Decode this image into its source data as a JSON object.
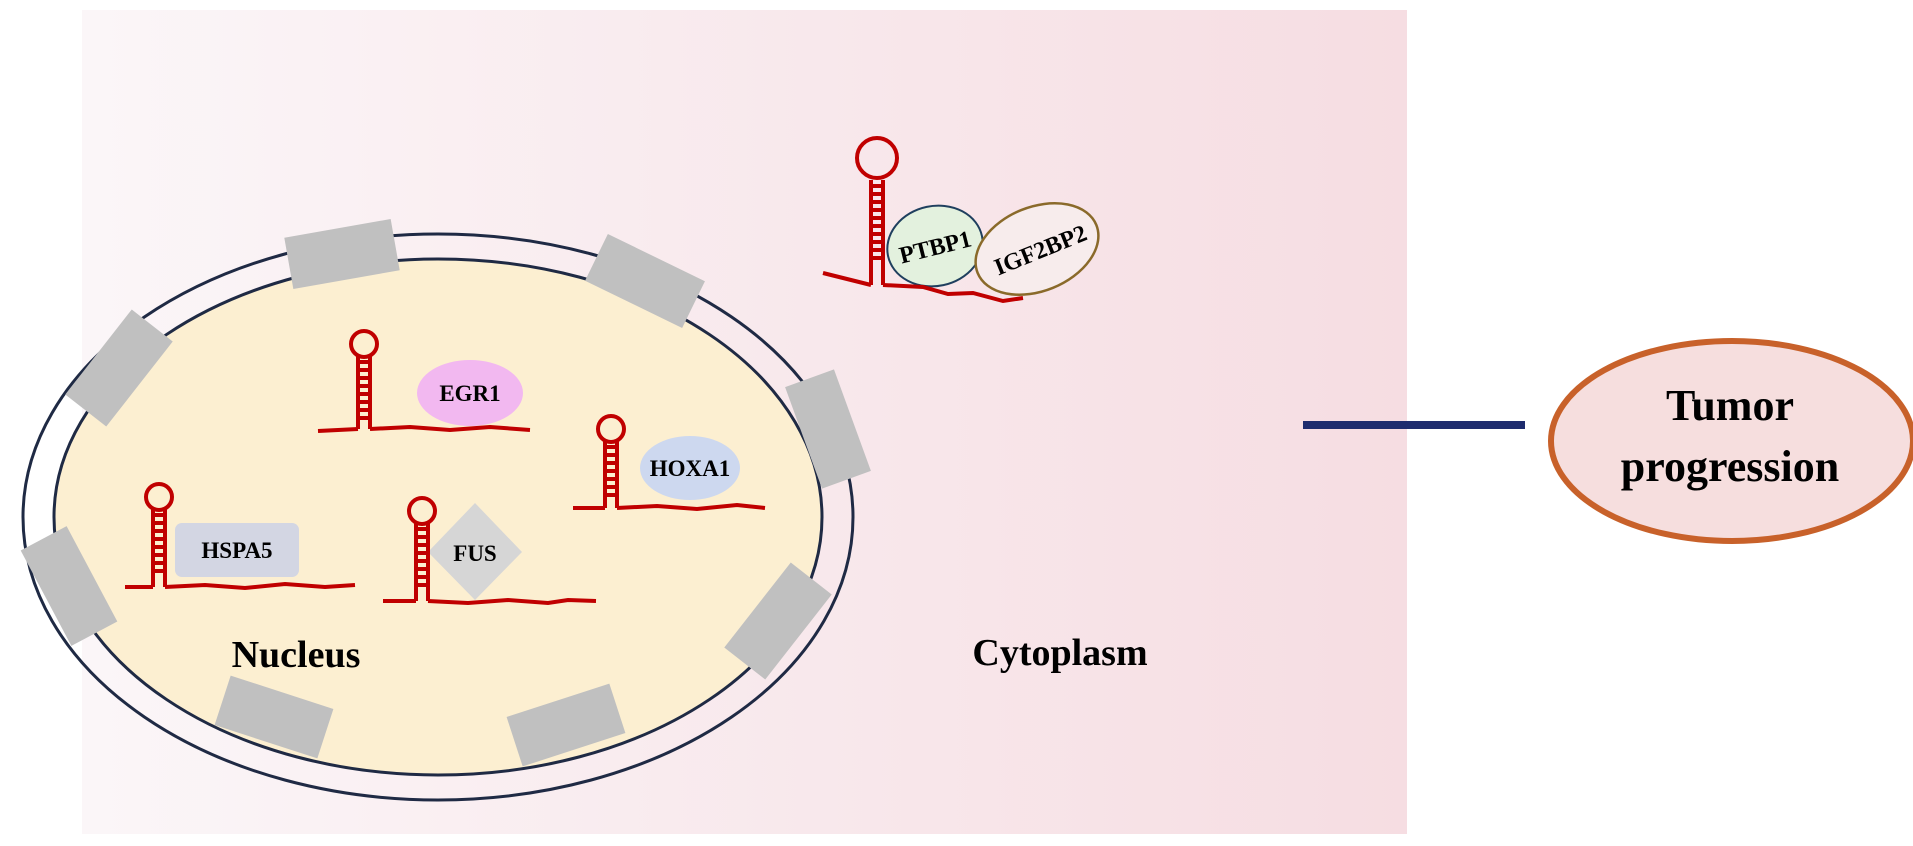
{
  "colors": {
    "cytoplasm_light": "#fbf3f6",
    "cytoplasm_dark": "#f6dde2",
    "nucleus_fill": "#fcefd1",
    "membrane": "#1f2a44",
    "pore": "#c0c0c0",
    "rna": "#c00000",
    "egr1": "#f2b8f0",
    "hoxa1": "#cdd8ef",
    "hspa5": "#d3d6e3",
    "fus": "#d6d6d6",
    "ptbp1": "#e3f1de",
    "igf2bp2": "#f7ecec",
    "arrow": "#1e2c6e",
    "tumor_fill": "#f6dede",
    "tumor_border": "#c8612a"
  },
  "regions": {
    "nucleus": "Nucleus",
    "cytoplasm": "Cytoplasm"
  },
  "proteins": {
    "egr1": "EGR1",
    "hoxa1": "HOXA1",
    "hspa5": "HSPA5",
    "fus": "FUS",
    "ptbp1": "PTBP1",
    "igf2bp2": "IGF2BP2"
  },
  "outcome": {
    "line1": "Tumor",
    "line2": "progression"
  },
  "icons": {
    "rna": "rna-hairpin-icon",
    "pore": "nuclear-pore-icon"
  }
}
